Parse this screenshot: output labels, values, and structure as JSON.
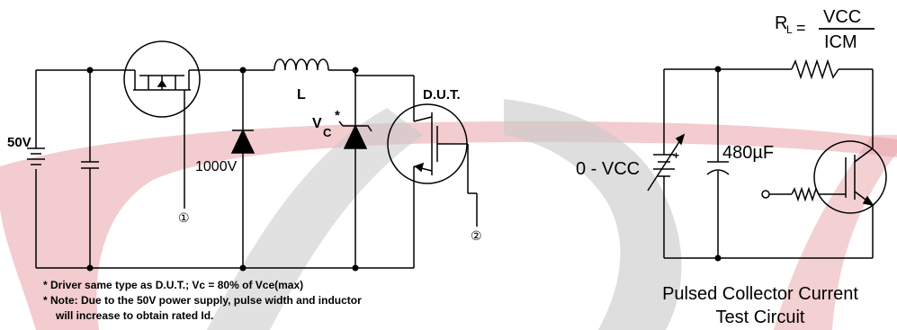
{
  "left_circuit": {
    "supply_label": "50V",
    "diode_label": "1000V",
    "inductor_label": "L",
    "vc_label_main": "V",
    "vc_label_sub": "C",
    "vc_label_sup": "*",
    "dut_label": "D.U.T.",
    "node1_label": "①",
    "node2_label": "②",
    "note1": "* Driver same type as D.U.T.; Vc = 80% of Vce(max)",
    "note2": "* Note: Due to the 50V power supply, pulse width and inductor",
    "note3": "will increase to obtain rated Id."
  },
  "right_circuit": {
    "rl_label_main": "R",
    "rl_label_sub": "L",
    "rl_equals": "=",
    "rl_numerator": "VCC",
    "rl_denominator": "ICM",
    "source_label": "0 - VCC",
    "source_plus": "+",
    "cap_label": "480µF",
    "caption_line1": "Pulsed Collector Current",
    "caption_line2": "Test Circuit"
  },
  "colors": {
    "watermark_red": "#e8a3a8",
    "watermark_gray": "#c8c8c8",
    "line": "#000000"
  }
}
